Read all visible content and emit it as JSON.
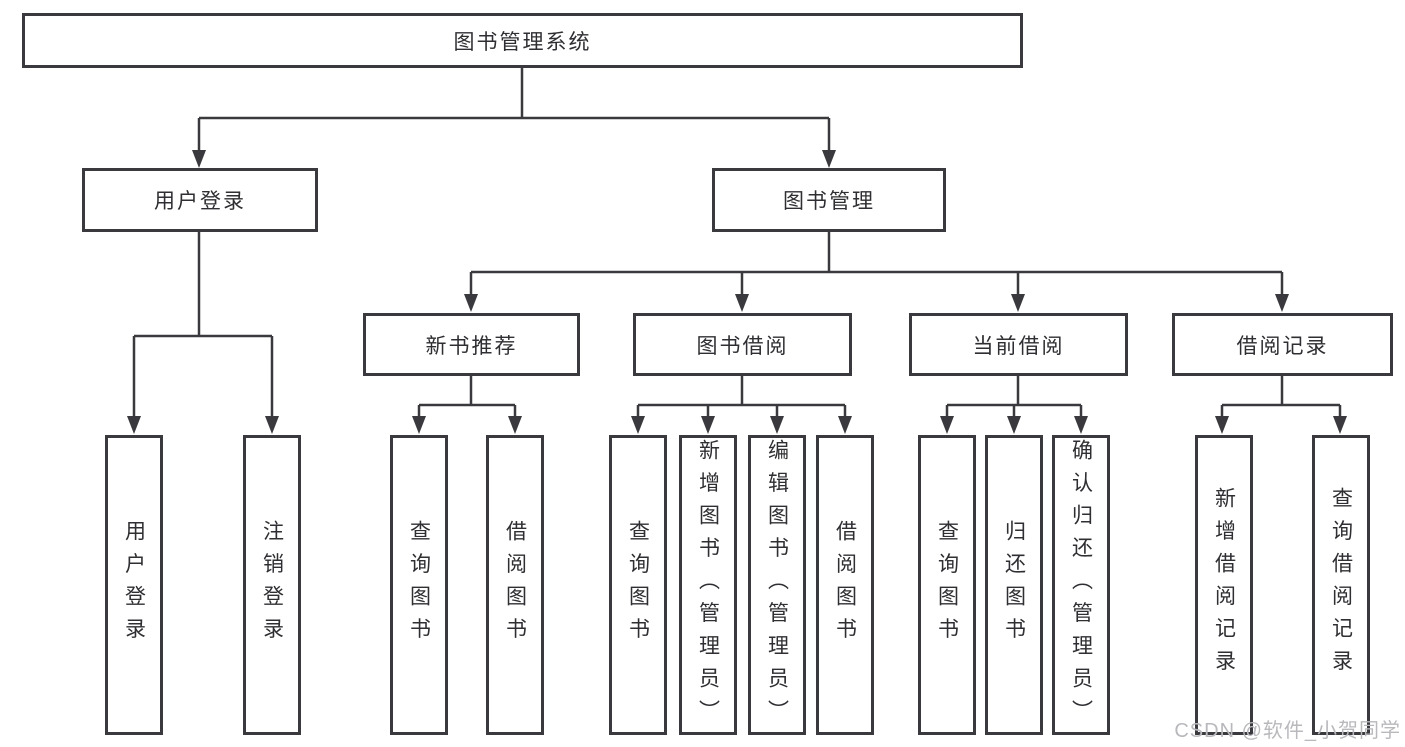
{
  "diagram": {
    "root": "图书管理系统",
    "level2": {
      "user_login": "用户登录",
      "book_mgmt": "图书管理"
    },
    "level3": {
      "new_book": "新书推荐",
      "book_borrow": "图书借阅",
      "current_borrow": "当前借阅",
      "borrow_record": "借阅记录"
    },
    "leaves": {
      "user_login": [
        "用户登录",
        "注销登录"
      ],
      "new_book": [
        "查询图书",
        "借阅图书"
      ],
      "book_borrow": [
        "查询图书",
        "新增图书（管理员）",
        "编辑图书（管理员）",
        "借阅图书"
      ],
      "current_borrow": [
        "查询图书",
        "归还图书",
        "确认归还（管理员）"
      ],
      "borrow_record": [
        "新增借阅记录",
        "查询借阅记录"
      ]
    }
  },
  "watermark": "CSDN @软件_小贺同学",
  "colors": {
    "line": "#3a3a3e",
    "text": "#2f2f33",
    "background": "#ffffff",
    "watermark": "#b9b9bd"
  }
}
